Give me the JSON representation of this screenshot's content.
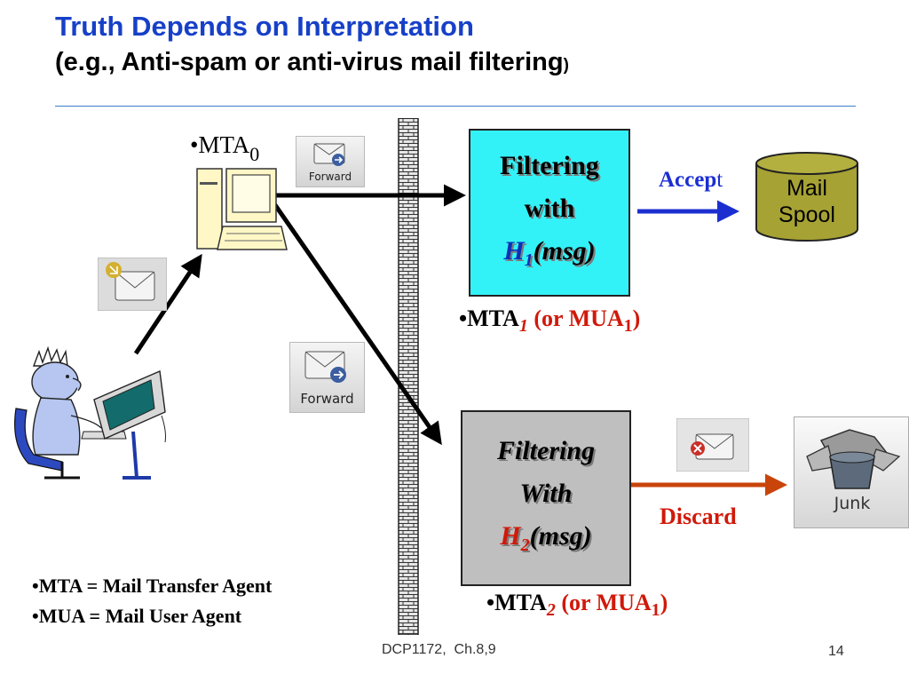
{
  "title": {
    "line1": "Truth Depends on Interpretation",
    "line2": "(e.g., Anti-spam or anti-virus mail filtering",
    "line2_close": ")"
  },
  "nodes": {
    "mta0": {
      "bullet": "•MTA",
      "sub": "0"
    },
    "mta1": {
      "bullet": "•MTA",
      "sub": "1",
      "paren": "(or MUA",
      "paren_sub": "1",
      "close": ")"
    },
    "mta2": {
      "bullet": "•MTA",
      "sub": "2",
      "paren": "(or MUA",
      "paren_sub": "1",
      "close": ")"
    }
  },
  "filter1": {
    "line1": "Filtering",
    "line2": "with",
    "h": "H",
    "h_sub": "1",
    "arg": "(msg)",
    "color": "#33f2f7"
  },
  "filter2": {
    "line1": "Filtering",
    "line2": "With",
    "h": "H",
    "h_sub": "2",
    "arg": "(msg)",
    "color": "#bfbfbf"
  },
  "actions": {
    "accept_main": "Accep",
    "accept_tail": "t",
    "discard": "Discard"
  },
  "spool": {
    "line1": "Mail",
    "line2": "Spool"
  },
  "icons": {
    "forward_label": "Forward",
    "junk_label": "Junk"
  },
  "legend": [
    "•MTA = Mail Transfer Agent",
    "•MUA = Mail User Agent"
  ],
  "footer": {
    "course": "DCP1172,  Ch.8,9",
    "page": "14"
  },
  "colors": {
    "title_blue": "#1740c8",
    "accept_blue": "#1b2fd0",
    "discard_red": "#d0190a"
  }
}
